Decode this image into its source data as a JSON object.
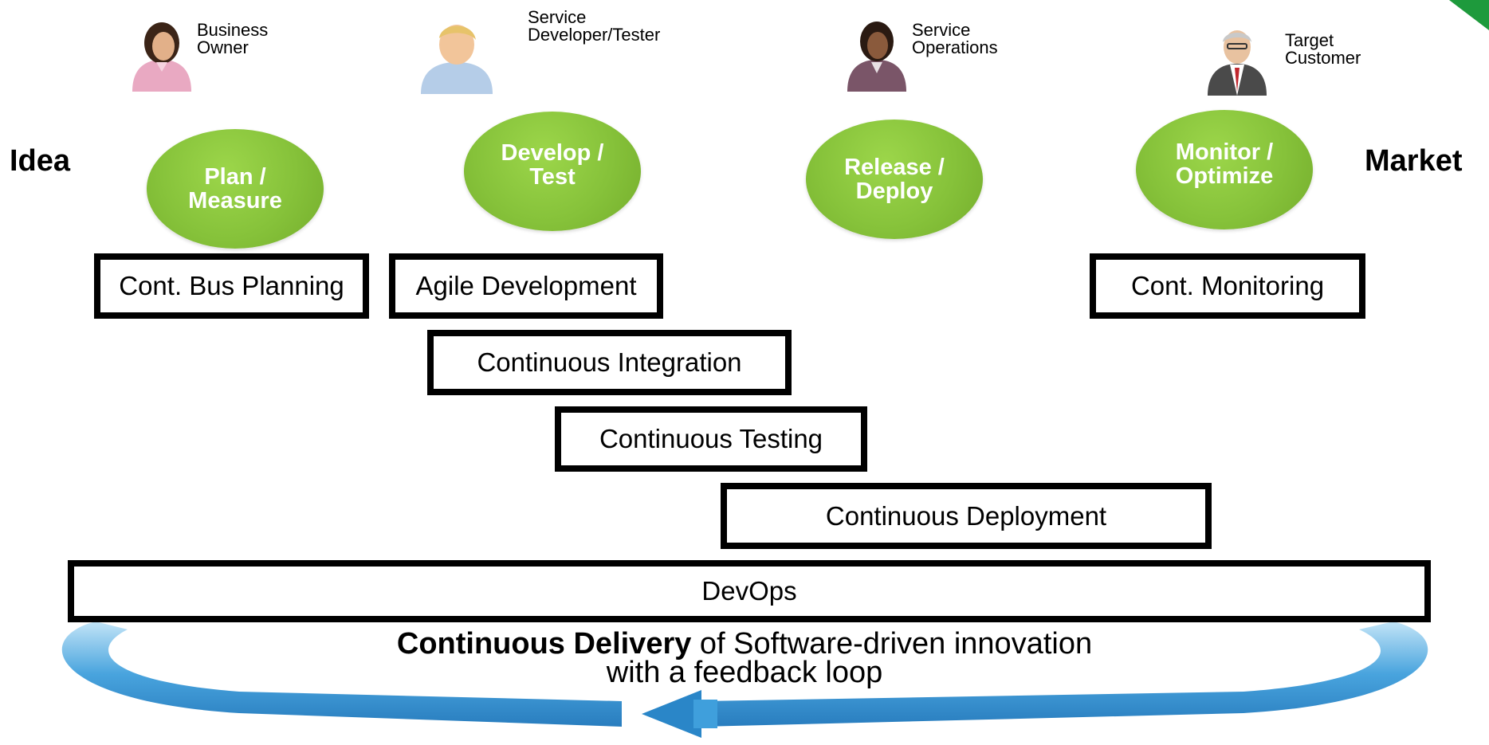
{
  "personas": [
    {
      "label": "Business\nOwner",
      "icon": "businesswoman-avatar-icon"
    },
    {
      "label": "Service\nDeveloper/Tester",
      "icon": "developer-avatar-icon"
    },
    {
      "label": "Service\nOperations",
      "icon": "operations-woman-avatar-icon"
    },
    {
      "label": "Target\nCustomer",
      "icon": "businessman-avatar-icon"
    }
  ],
  "edges": {
    "start": "Idea",
    "end": "Market"
  },
  "phases": [
    {
      "label": "Plan /\nMeasure"
    },
    {
      "label": "Develop /\nTest"
    },
    {
      "label": "Release /\nDeploy"
    },
    {
      "label": "Monitor /\nOptimize"
    }
  ],
  "practices": {
    "cont_bus_planning": "Cont. Bus Planning",
    "agile_development": "Agile Development",
    "cont_monitoring": "Cont. Monitoring",
    "continuous_integration": "Continuous Integration",
    "continuous_testing": "Continuous Testing",
    "continuous_deployment": "Continuous Deployment",
    "devops": "DevOps"
  },
  "caption": {
    "bold": "Continuous Delivery",
    "rest": " of Software-driven innovation",
    "line2": "with a feedback loop"
  },
  "colors": {
    "phase_green": "#86c23a",
    "loop_blue": "#3f9fdc",
    "box_border": "#000000"
  }
}
